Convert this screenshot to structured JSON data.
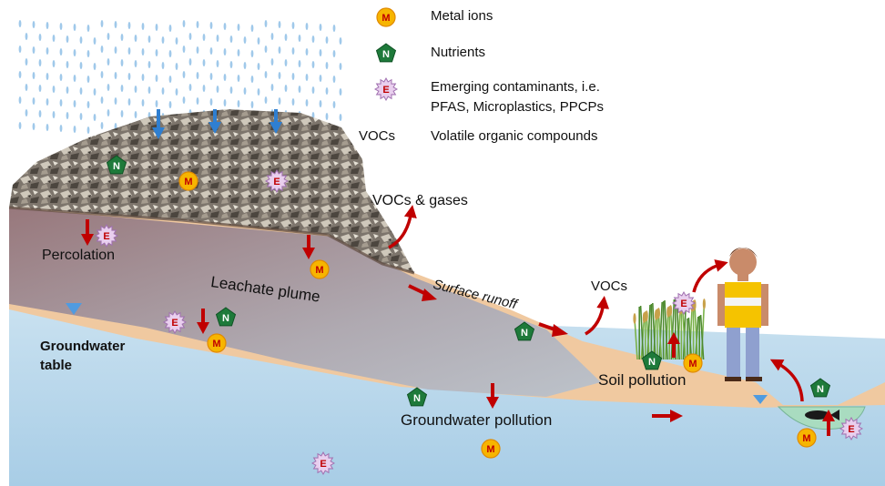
{
  "legend": {
    "metal": {
      "symbol": "M",
      "label": "Metal ions"
    },
    "nutrient": {
      "symbol": "N",
      "label": "Nutrients"
    },
    "emerging": {
      "symbol": "E",
      "label_line1": "Emerging contaminants, i.e.",
      "label_line2": "PFAS, Microplastics, PPCPs"
    },
    "voc": {
      "symbol": "VOCs",
      "label": "Volatile organic compounds"
    }
  },
  "labels": {
    "vocs_gases": "VOCs & gases",
    "percolation": "Percolation",
    "leachate_plume": "Leachate plume",
    "surface_runoff": "Surface runoff",
    "vocs": "VOCs",
    "groundwater_table_1": "Groundwater",
    "groundwater_table_2": "table",
    "soil_pollution": "Soil pollution",
    "groundwater_pollution": "Groundwater pollution"
  },
  "colors": {
    "metal_fill": "#f7b500",
    "metal_text": "#c00000",
    "nutrient_fill": "#1e7a3a",
    "emerging_fill": "#e9cfee",
    "emerging_text": "#c00000",
    "arrow_red": "#c00000",
    "arrow_blue": "#2f7fd1",
    "groundwater": "#bcd9ec",
    "soil": "#f0c9a0",
    "plume": "#a58f94"
  }
}
